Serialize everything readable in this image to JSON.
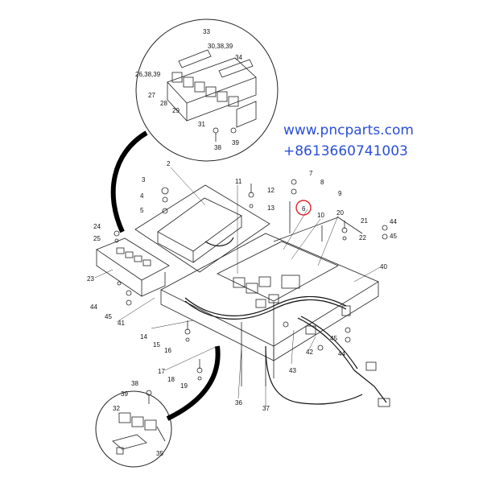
{
  "watermark": {
    "url": "www.pncparts.com",
    "phone": "+8613660741003"
  },
  "callout_top": {
    "labels": [
      "33",
      "30,38,39",
      "34",
      "26,38,39",
      "27",
      "28",
      "29",
      "31",
      "38",
      "39"
    ]
  },
  "callout_bottom": {
    "labels": [
      "38",
      "39",
      "32",
      "35"
    ]
  },
  "main": {
    "labels": [
      "2",
      "3",
      "4",
      "5",
      "7",
      "8",
      "9",
      "11",
      "12",
      "13",
      "10",
      "20",
      "21",
      "22",
      "44",
      "45",
      "24",
      "25",
      "23",
      "40",
      "44",
      "45",
      "41",
      "14",
      "15",
      "16",
      "17",
      "18",
      "19",
      "36",
      "37",
      "43",
      "42",
      "45",
      "44",
      "6"
    ]
  },
  "highlight": {
    "label_index": 35,
    "color": "#e0262b"
  }
}
